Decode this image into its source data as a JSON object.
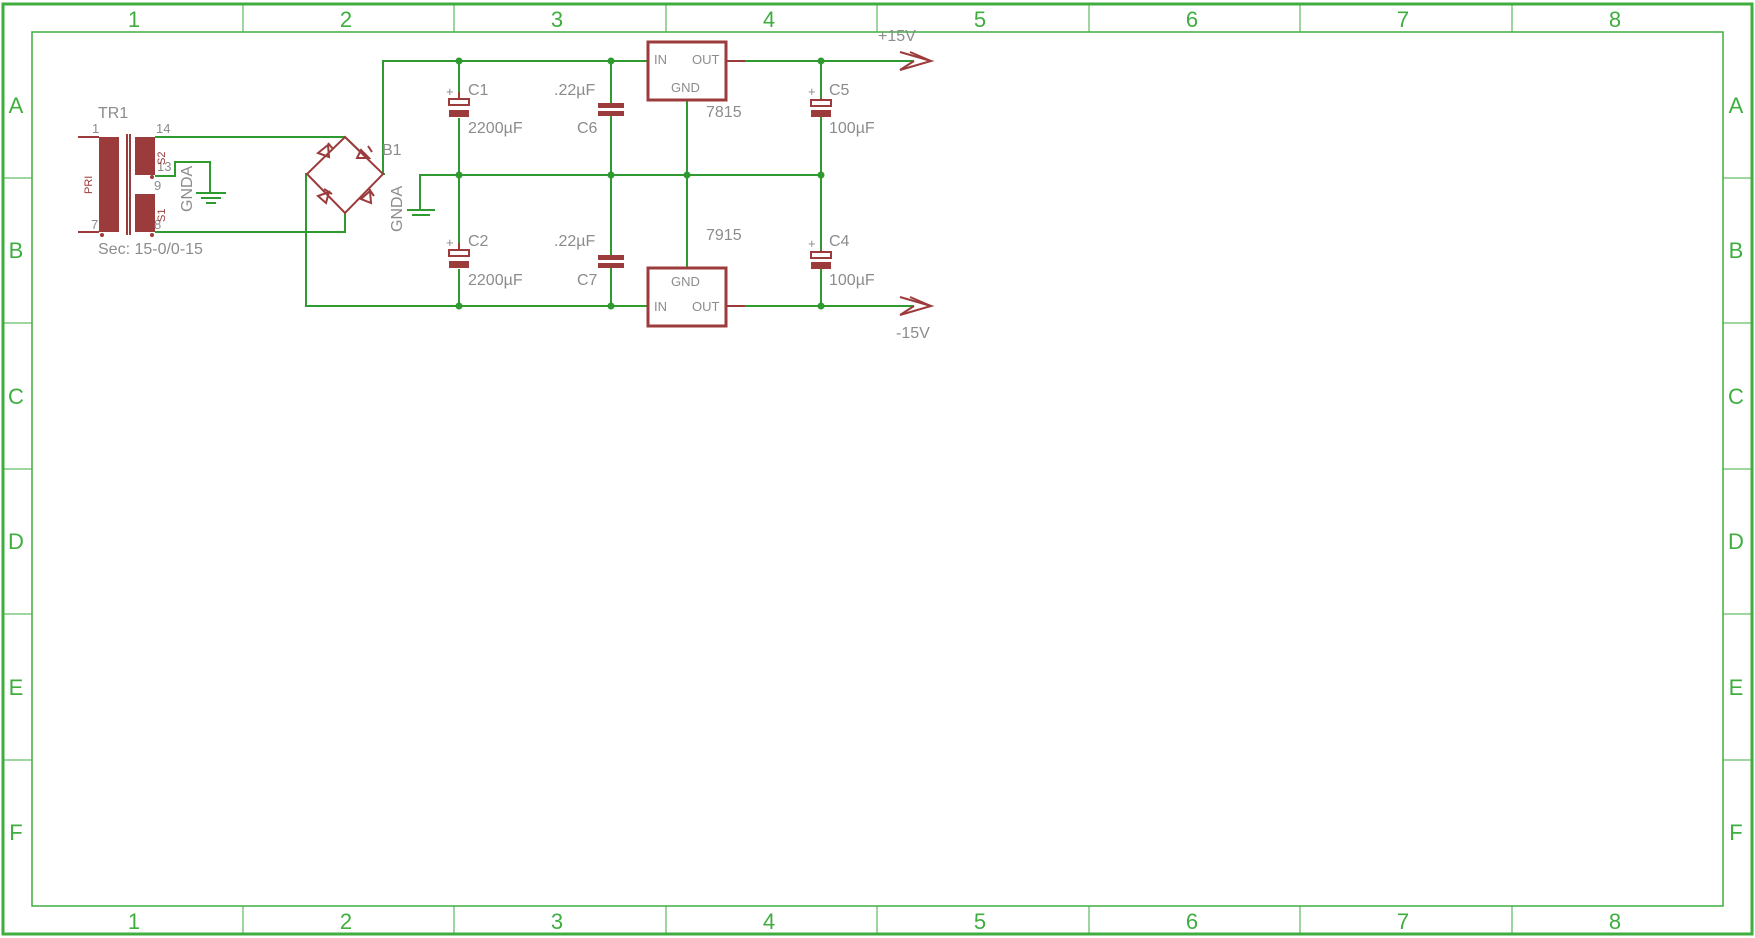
{
  "frame": {
    "columns": [
      "1",
      "2",
      "3",
      "4",
      "5",
      "6",
      "7",
      "8"
    ],
    "rows": [
      "A",
      "B",
      "C",
      "D",
      "E",
      "F"
    ]
  },
  "transformer": {
    "ref": "TR1",
    "value": "Sec: 15-0/0-15",
    "primary_label": "PRI",
    "pins": {
      "p1": "1",
      "p7": "7",
      "p14": "14",
      "p13": "13",
      "p9": "9",
      "p8": "8"
    },
    "sec_labels": {
      "s2": "S2",
      "s1": "S1"
    }
  },
  "bridge": {
    "ref": "B1"
  },
  "ground_labels": {
    "g1": "GNDA",
    "g2": "GNDA"
  },
  "capacitors": {
    "c1": {
      "ref": "C1",
      "value": "2200µF"
    },
    "c2": {
      "ref": "C2",
      "value": "2200µF"
    },
    "c4": {
      "ref": "C4",
      "value": "100µF"
    },
    "c5": {
      "ref": "C5",
      "value": "100µF"
    },
    "c6": {
      "ref": "C6",
      "value": ".22µF"
    },
    "c7": {
      "ref": "C7",
      "value": ".22µF"
    },
    "plus": "+"
  },
  "regulators": {
    "pos": {
      "name": "7815",
      "in": "IN",
      "out": "OUT",
      "gnd": "GND"
    },
    "neg": {
      "name": "7915",
      "in": "IN",
      "out": "OUT",
      "gnd": "GND"
    }
  },
  "supplies": {
    "pos": "+15V",
    "neg": "-15V"
  },
  "colors": {
    "wire": "#2f9a2f",
    "part": "#9c3b3b",
    "frame": "#3fae3f",
    "text": "#8c8c8c"
  }
}
